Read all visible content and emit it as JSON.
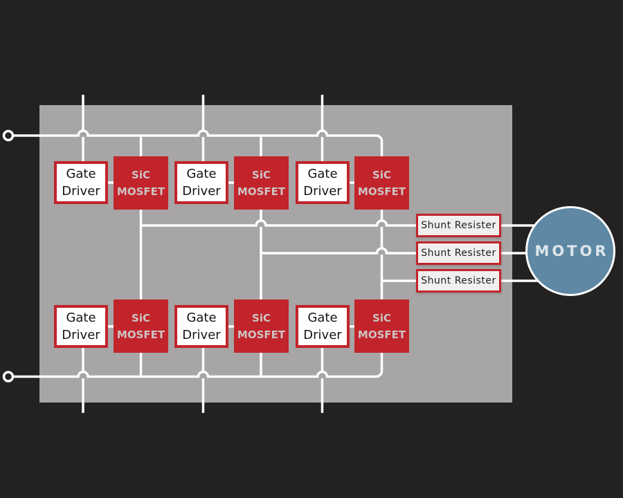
{
  "colors": {
    "background": "#242121",
    "panel": "#a7a5a5",
    "wire": "#ffffff",
    "red": "#c1242b",
    "box_fill_white": "#ffffff",
    "shunt_fill": "#f0efee",
    "mosfet_text": "#cdc5c4",
    "gate_text": "#141414",
    "shunt_text": "#1c1c1c",
    "motor_fill": "#5e88a4",
    "motor_text": "#dde6ec"
  },
  "blocks": {
    "gate_drivers": [
      {
        "line1": "Gate",
        "line2": "Driver"
      },
      {
        "line1": "Gate",
        "line2": "Driver"
      },
      {
        "line1": "Gate",
        "line2": "Driver"
      },
      {
        "line1": "Gate",
        "line2": "Driver"
      },
      {
        "line1": "Gate",
        "line2": "Driver"
      },
      {
        "line1": "Gate",
        "line2": "Driver"
      }
    ],
    "mosfets": [
      {
        "line1": "SiC",
        "line2": "MOSFET"
      },
      {
        "line1": "SiC",
        "line2": "MOSFET"
      },
      {
        "line1": "SiC",
        "line2": "MOSFET"
      },
      {
        "line1": "SiC",
        "line2": "MOSFET"
      },
      {
        "line1": "SiC",
        "line2": "MOSFET"
      },
      {
        "line1": "SiC",
        "line2": "MOSFET"
      }
    ],
    "shunt_resistors": [
      {
        "label": "Shunt Resister"
      },
      {
        "label": "Shunt Resister"
      },
      {
        "label": "Shunt Resister"
      }
    ],
    "motor": {
      "label": "MOTOR"
    }
  }
}
